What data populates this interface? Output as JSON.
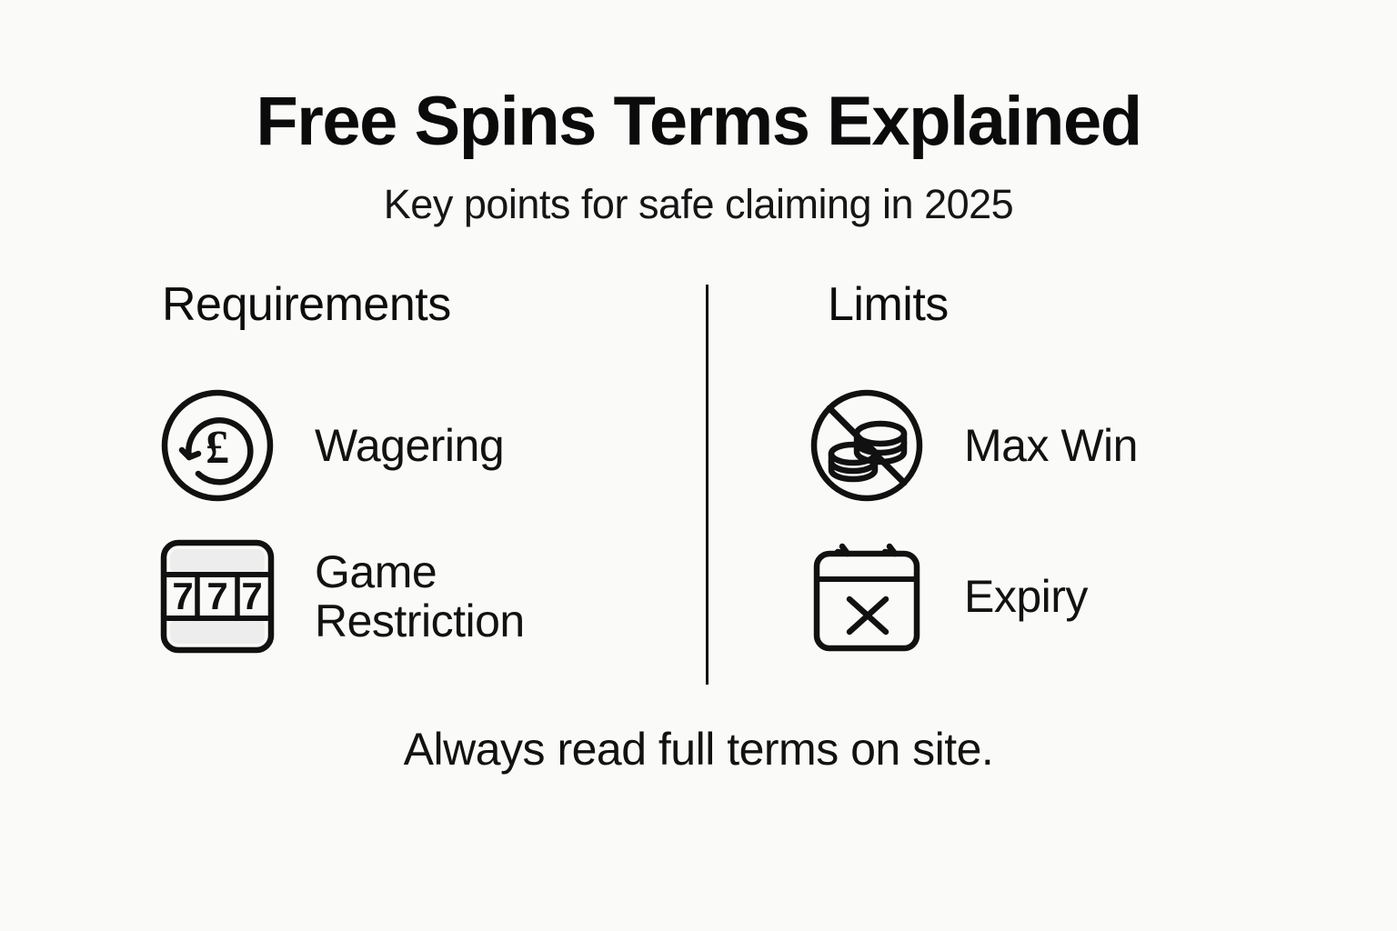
{
  "poster": {
    "title": "Free Spins Terms Explained",
    "subtitle": "Key points for safe claiming in 2025",
    "footer": "Always read full terms on site.",
    "background_color": "#FAFAF8",
    "ink_color": "#111111"
  },
  "columns": [
    {
      "heading": "Requirements",
      "items": [
        {
          "icon": "pound-coin-refresh-icon",
          "label": "Wagering"
        },
        {
          "icon": "slot-machine-777-icon",
          "label": "Game\nRestriction"
        }
      ]
    },
    {
      "heading": "Limits",
      "items": [
        {
          "icon": "no-coins-icon",
          "label": "Max Win"
        },
        {
          "icon": "calendar-x-icon",
          "label": "Expiry"
        }
      ]
    }
  ]
}
